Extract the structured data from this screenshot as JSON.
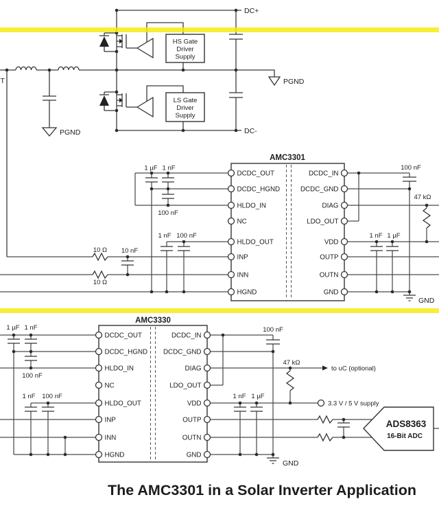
{
  "page": {
    "caption": "The AMC3301 in a Solar Inverter Application"
  },
  "colors": {
    "highlight": "#F6E90B",
    "wire": "#4a4a4a"
  },
  "top_section": {
    "dc_plus": "DC+",
    "dc_minus": "DC-",
    "pgnd_left": "PGND",
    "pgnd_mid": "PGND",
    "left_edge_fragment": "T",
    "hs_box": {
      "line1": "HS Gate",
      "line2": "Driver",
      "line3": "Supply"
    },
    "ls_box": {
      "line1": "LS Gate",
      "line2": "Driver",
      "line3": "Supply"
    }
  },
  "amc3301": {
    "name": "AMC3301",
    "left_pins": [
      "DCDC_OUT",
      "DCDC_HGND",
      "HLDO_IN",
      "NC",
      "HLDO_OUT",
      "INP",
      "INN",
      "HGND"
    ],
    "right_pins": [
      "DCDC_IN",
      "DCDC_GND",
      "DIAG",
      "LDO_OUT",
      "VDD",
      "OUTP",
      "OUTN",
      "GND"
    ],
    "labels": {
      "dcdc_1uf": "1 µF",
      "dcdc_1nf": "1 nF",
      "hldoin_100nf": "100 nF",
      "hldoout_1nf": "1 nF",
      "hldoout_100nf": "100 nF",
      "inp_res": "10 Ω",
      "in_cap": "10 nF",
      "inn_res": "10 Ω",
      "dcdcin_100nf": "100 nF",
      "diag_res": "47 kΩ",
      "vdd_1nf": "1 nF",
      "vdd_1uf": "1 µF",
      "gnd": "GND"
    }
  },
  "amc3330": {
    "name": "AMC3330",
    "left_pins": [
      "DCDC_OUT",
      "DCDC_HGND",
      "HLDO_IN",
      "NC",
      "HLDO_OUT",
      "INP",
      "INN",
      "HGND"
    ],
    "right_pins": [
      "DCDC_IN",
      "DCDC_GND",
      "DIAG",
      "LDO_OUT",
      "VDD",
      "OUTP",
      "OUTN",
      "GND"
    ],
    "labels": {
      "dcdc_1uf": "1 µF",
      "dcdc_1nf": "1 nF",
      "hldoin_100nf": "100 nF",
      "hldoout_1nf": "1 nF",
      "hldoout_100nf": "100 nF",
      "dcdcin_100nf": "100 nF",
      "diag_res": "47 kΩ",
      "vdd_1nf": "1 nF",
      "vdd_1uf": "1 µF",
      "to_uc": "to uC (optional)",
      "supply": "3.3 V / 5 V supply",
      "gnd": "GND"
    },
    "adc": {
      "name": "ADS8363",
      "subtitle": "16-Bit ADC"
    }
  }
}
